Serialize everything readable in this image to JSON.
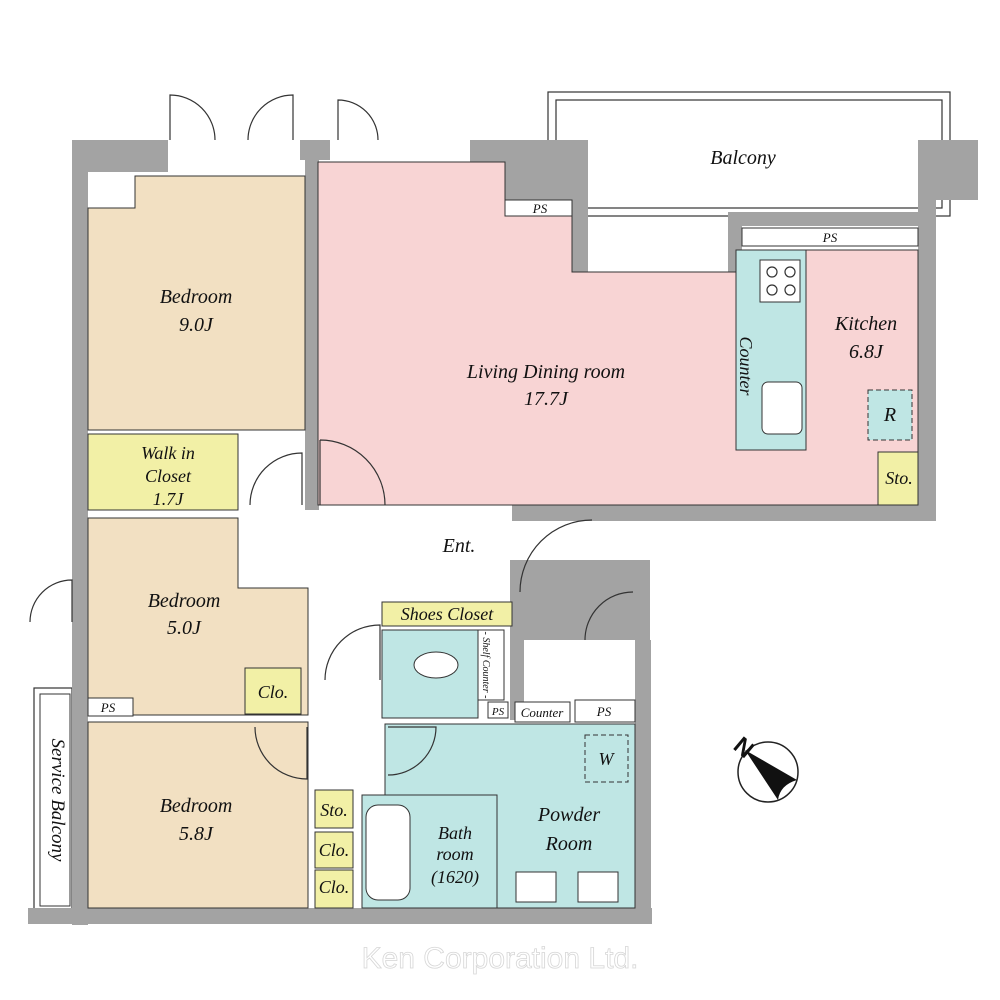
{
  "rooms": {
    "balcony": "Balcony",
    "bedroom1": {
      "name": "Bedroom",
      "size": "9.0J"
    },
    "walk_in_closet": {
      "line1": "Walk in",
      "line2": "Closet",
      "size": "1.7J"
    },
    "living": {
      "name": "Living Dining room",
      "size": "17.7J"
    },
    "kitchen": {
      "name": "Kitchen",
      "size": "6.8J"
    },
    "counter": "Counter",
    "fridge": "R",
    "kitchen_storage": "Sto.",
    "entrance": "Ent.",
    "shoes_closet": "Shoes Closet",
    "shelf_counter": "- Shelf Counter -",
    "bedroom2": {
      "name": "Bedroom",
      "size": "5.0J"
    },
    "bedroom2_closet": "Clo.",
    "bedroom3": {
      "name": "Bedroom",
      "size": "5.8J"
    },
    "hall_storage": "Sto.",
    "closet_a": "Clo.",
    "closet_b": "Clo.",
    "bath": {
      "line1": "Bath",
      "line2": "room",
      "line3": "(1620)"
    },
    "powder": {
      "line1": "Powder",
      "line2": "Room"
    },
    "washer": "W",
    "powder_counter": "Counter",
    "service_balcony": "Service Balcony",
    "ps_labels": [
      "PS",
      "PS",
      "PS",
      "PS",
      "PS"
    ]
  },
  "compass": {
    "label": "N"
  },
  "watermark": "Ken Corporation Ltd.",
  "colors": {
    "wall": "#a3a3a3",
    "bedroom": "#f2e0c2",
    "living": "#f8d4d4",
    "wet": "#bfe6e4",
    "closet": "#f2f0a6"
  }
}
